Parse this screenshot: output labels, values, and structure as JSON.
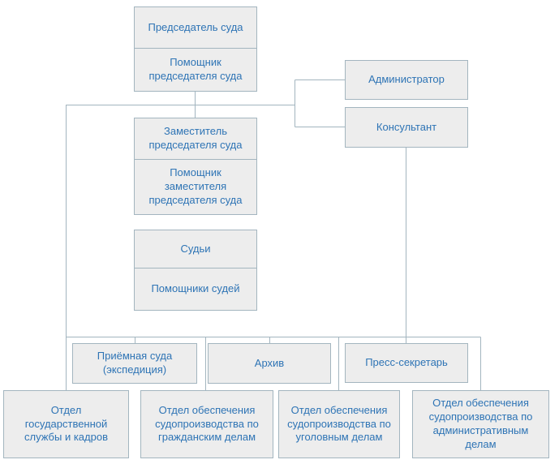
{
  "diagram": {
    "type": "org-chart",
    "language": "ru",
    "colors": {
      "box_fill": "#ededed",
      "box_border": "#a3b5bf",
      "text": "#2e74b5",
      "background": "#ffffff"
    },
    "nodes": {
      "chairman": {
        "label": "Председатель суда"
      },
      "chairman_assistant": {
        "label": "Помощник председателя суда"
      },
      "administrator": {
        "label": "Администратор"
      },
      "consultant": {
        "label": "Консультант"
      },
      "deputy": {
        "label": "Заместитель председателя суда"
      },
      "deputy_assistant": {
        "label": "Помощник заместителя председателя суда"
      },
      "judges": {
        "label": "Судьи"
      },
      "judges_assistants": {
        "label": "Помощники судей"
      },
      "reception": {
        "label": "Приёмная суда (экспедиция)"
      },
      "archive": {
        "label": "Архив"
      },
      "press_secretary": {
        "label": "Пресс-секретарь"
      },
      "dept_hr": {
        "label": "Отдел государственной службы и кадров"
      },
      "dept_civil": {
        "label": "Отдел обеспечения судопроизводства по гражданским делам"
      },
      "dept_criminal": {
        "label": "Отдел обеспечения судопроизводства по уголовным делам"
      },
      "dept_admin": {
        "label": "Отдел обеспечения судопроизводства по административным делам"
      }
    },
    "edges": [
      [
        "chairman",
        "chairman_assistant"
      ],
      [
        "chairman_assistant",
        "deputy"
      ],
      [
        "chairman",
        "administrator"
      ],
      [
        "chairman",
        "consultant"
      ],
      [
        "deputy",
        "deputy_assistant"
      ],
      [
        "deputy_assistant",
        "judges"
      ],
      [
        "judges",
        "judges_assistants"
      ],
      [
        "consultant",
        "press_secretary"
      ],
      [
        "chairman",
        "reception"
      ],
      [
        "chairman",
        "archive"
      ],
      [
        "chairman",
        "dept_hr"
      ],
      [
        "chairman",
        "dept_civil"
      ],
      [
        "chairman",
        "dept_criminal"
      ],
      [
        "chairman",
        "dept_admin"
      ]
    ]
  }
}
